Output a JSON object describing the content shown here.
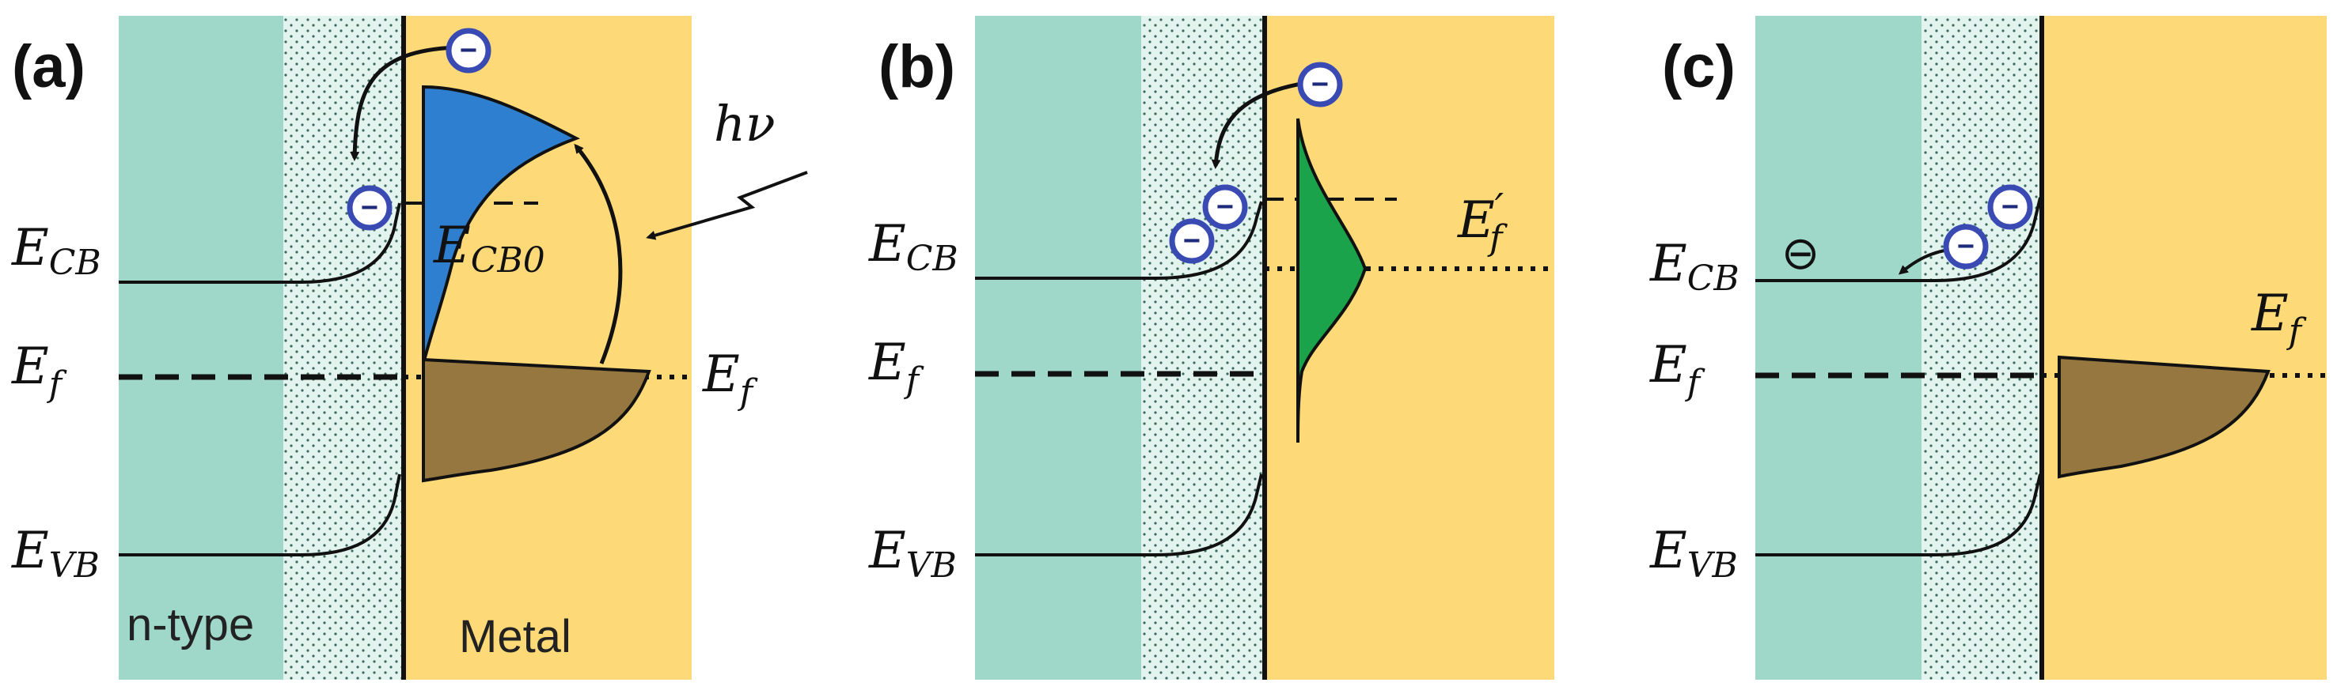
{
  "colors": {
    "semiconductor": "#9fd8c9",
    "depletion": "#e3f4ef",
    "metal": "#fdd977",
    "hot_electron_dist": "#2f7fd0",
    "excited_dist": "#1aa34a",
    "occupied_states": "#96773f",
    "electron_ring": "#3a4ab3"
  },
  "panels": [
    {
      "label": "(a)",
      "semiconductor_label": "n-type",
      "metal_label": "Metal",
      "ecb_label": "E",
      "ecb_sub": "CB",
      "ef_left": "E",
      "ef_left_sub": "f",
      "ef_right": "E",
      "ef_right_sub": "f",
      "evb_label": "E",
      "evb_sub": "VB",
      "ecb0": "E",
      "ecb0_sub": "CB0",
      "photon": "hν"
    },
    {
      "label": "(b)",
      "ecb_label": "E",
      "ecb_sub": "CB",
      "ef_label": "E",
      "ef_sub": "f",
      "evb_label": "E",
      "evb_sub": "VB",
      "ef_prime": "E",
      "ef_prime_sub": "f",
      "ef_prime_mark": "′"
    },
    {
      "label": "(c)",
      "ecb_label": "E",
      "ecb_sub": "CB",
      "ef_label": "E",
      "ef_sub": "f",
      "evb_label": "E",
      "evb_sub": "VB",
      "ef_right": "E",
      "ef_right_sub": "f",
      "electron_symbol": "⊖"
    }
  ],
  "electron_glyph": "−"
}
